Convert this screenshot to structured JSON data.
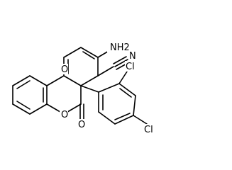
{
  "molecule": {
    "labels": {
      "amino": "NH2",
      "nitrogen": "N",
      "pyran_oxygen": "O",
      "lactone_oxygen": "O",
      "carbonyl_oxygen": "O",
      "chloro_ortho": "Cl",
      "chloro_para": "Cl"
    }
  }
}
